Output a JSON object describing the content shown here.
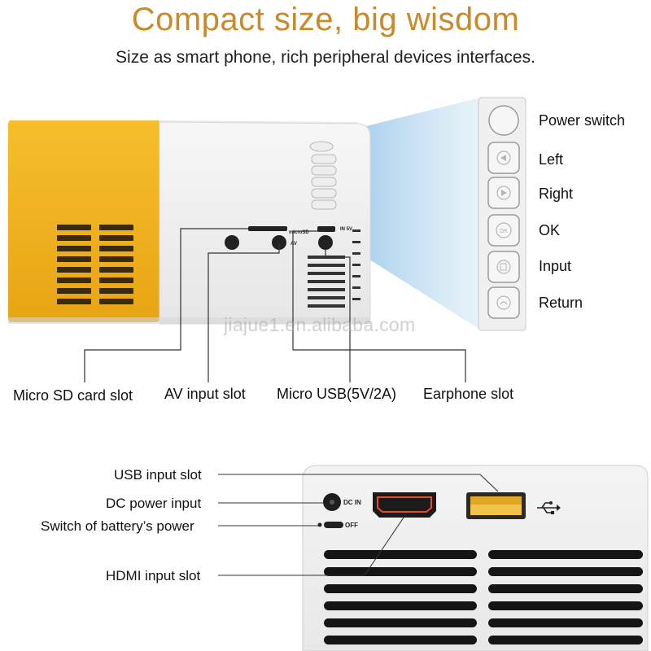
{
  "heading": {
    "title": "Compact size, big wisdom",
    "subtitle": "Size as smart phone, rich peripheral devices interfaces."
  },
  "watermark": "jiajue1.en.alibaba.com",
  "button_labels": [
    "Power switch",
    "Left",
    "Right",
    "OK",
    "Input",
    "Return"
  ],
  "side_port_labels": [
    "Micro SD card slot",
    "AV input slot",
    "Micro USB(5V/2A)",
    "Earphone slot"
  ],
  "rear_port_labels": [
    "USB input slot",
    "DC power input",
    "Switch of battery’s power",
    "HDMI input slot"
  ],
  "device_markings": {
    "micro_sd": "microSD",
    "in_5v": "IN 5V",
    "av": "AV",
    "ok_button": "OK",
    "dc_in": "DC IN",
    "off": "OFF"
  },
  "colors": {
    "title": "#c88a2a",
    "yellow_body": "#f2b21e",
    "white_body": "#f2f2f2",
    "projection_beam": "#b8d8ee"
  }
}
